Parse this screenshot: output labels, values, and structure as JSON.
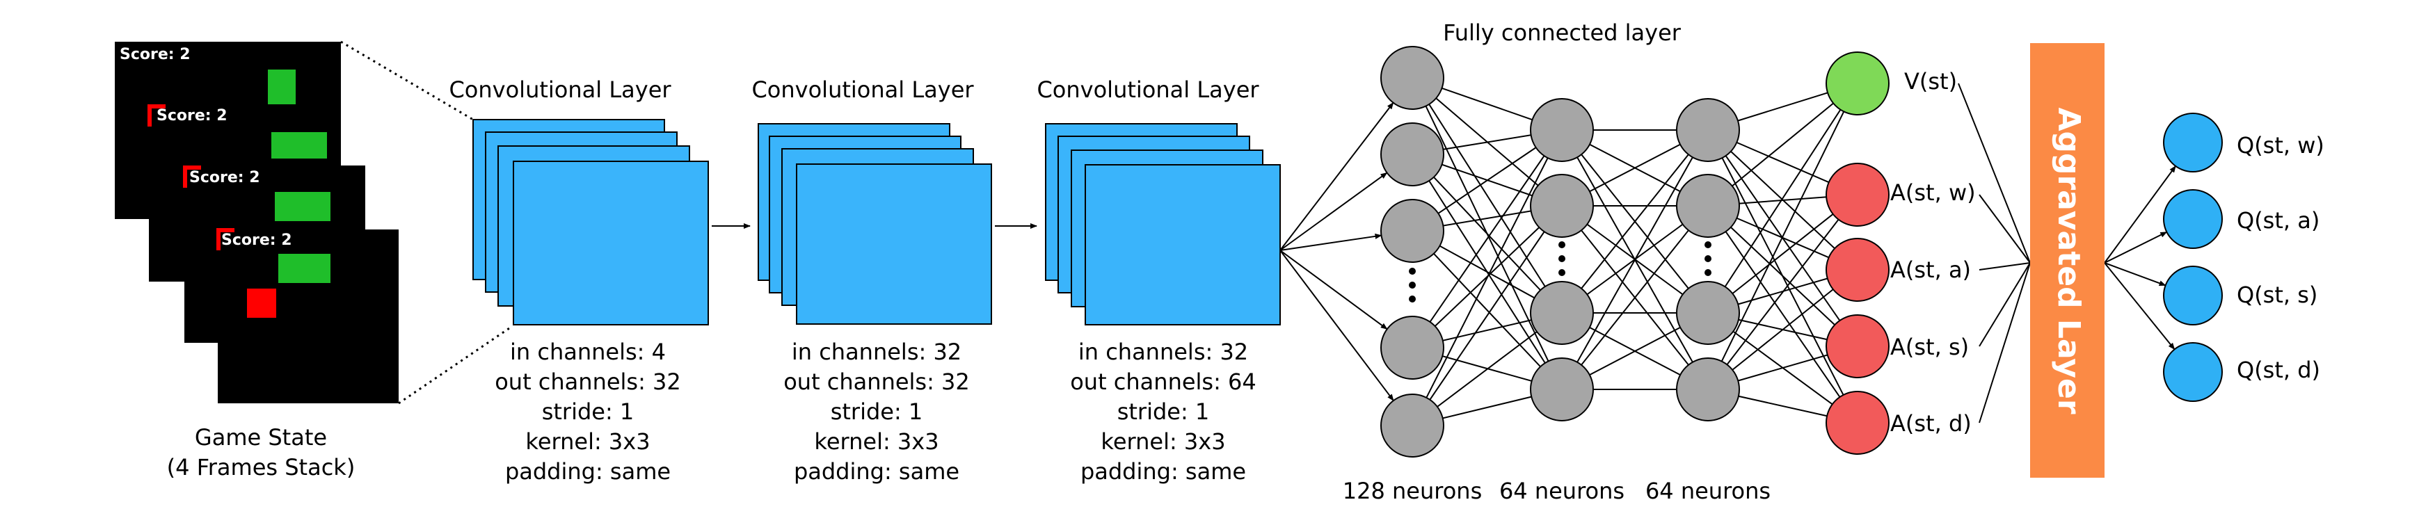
{
  "game_state": {
    "frames": [
      {
        "score_text": "Score: 2"
      },
      {
        "score_text": "Score: 2"
      },
      {
        "score_text": "Score: 2"
      },
      {
        "score_text": "Score: 2"
      }
    ],
    "caption": [
      "Game State",
      "(4 Frames Stack)"
    ]
  },
  "conv_layers": [
    {
      "title": "Convolutional Layer",
      "params": [
        "in channels: 4",
        "out channels: 32",
        "stride: 1",
        "kernel: 3x3",
        "padding: same"
      ]
    },
    {
      "title": "Convolutional Layer",
      "params": [
        "in channels: 32",
        "out channels: 32",
        "stride: 1",
        "kernel: 3x3",
        "padding: same"
      ]
    },
    {
      "title": "Convolutional Layer",
      "params": [
        "in channels: 32",
        "out channels: 64",
        "stride: 1",
        "kernel: 3x3",
        "padding: same"
      ]
    }
  ],
  "fully_connected": {
    "title": "Fully connected layer",
    "layers": [
      {
        "caption": "128 neurons"
      },
      {
        "caption": "64 neurons"
      },
      {
        "caption": "64 neurons"
      }
    ]
  },
  "value_advantage": {
    "value_label": "V(st)",
    "advantage_labels": [
      "A(st, w)",
      "A(st, a)",
      "A(st, s)",
      "A(st, d)"
    ]
  },
  "aggregation": {
    "label": "Aggravated Layer"
  },
  "q_outputs": [
    "Q(st, w)",
    "Q(st, a)",
    "Q(st, s)",
    "Q(st, d)"
  ],
  "colors": {
    "conv_blue": "#3ab4fb",
    "neuron_gray": "#a6a6a6",
    "value_green": "#7fd957",
    "advantage_red": "#f25a5a",
    "q_blue": "#2fb0f5",
    "aggregation_orange": "#fb8a45",
    "frame_black": "#000000",
    "game_green": "#1fbe2a",
    "game_red": "#ff0000"
  }
}
